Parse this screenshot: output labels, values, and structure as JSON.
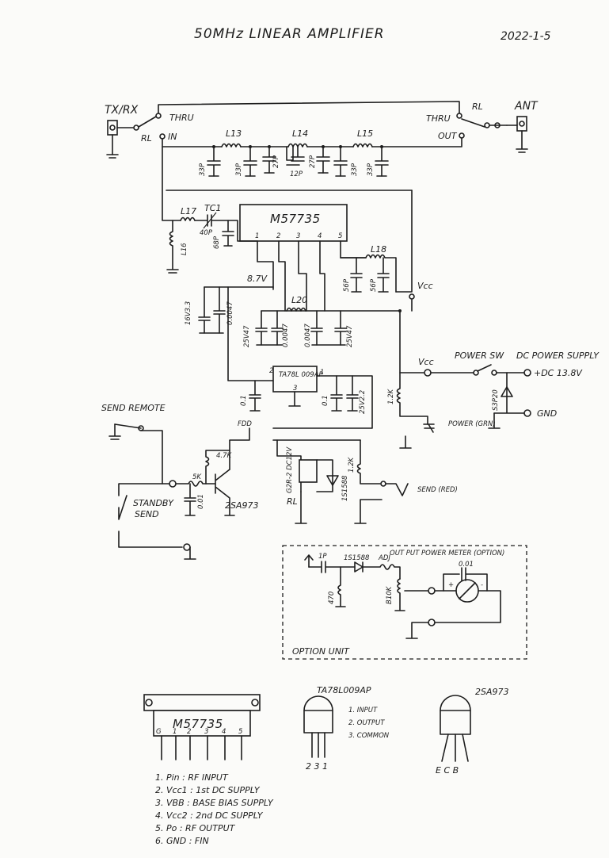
{
  "title": "50MHz LINEAR AMPLIFIER",
  "date": "2022-1-5",
  "ports": {
    "txrx": "TX/RX",
    "ant": "ANT",
    "thru": "THRU",
    "in": "IN",
    "out": "OUT",
    "rl": "RL"
  },
  "inductors": {
    "l13": "L13",
    "l14": "L14",
    "l15": "L15",
    "l16": "L16",
    "l17": "L17",
    "l18": "L18",
    "l20": "L20"
  },
  "capacitors": {
    "filter": [
      "33P",
      "33P",
      "27P",
      "12P",
      "27P",
      "33P",
      "33P"
    ],
    "tc1": "TC1",
    "c40p": "40P",
    "c68p": "68P",
    "c56p_a": "56P",
    "c56p_b": "56P",
    "c16v33": "16V3.3",
    "c0047a": "0.0047",
    "c25v47a": "25V47",
    "c0047b": "0.0047",
    "c0047c": "0.0047",
    "c25v47b": "25V47",
    "c01a": "0.1",
    "c01b": "0.1",
    "c25v22": "25V2.2",
    "c001": "0.01"
  },
  "module": {
    "name": "M57735",
    "pins": [
      "1",
      "2",
      "3",
      "4",
      "5"
    ]
  },
  "regulator": {
    "name": "TA78L 009AP",
    "pins": [
      "1",
      "2",
      "3"
    ]
  },
  "labels": {
    "v87": "8.7V",
    "vcc": "Vcc",
    "vcc2": "Vcc",
    "power_sw": "POWER SW",
    "dc_supply": "DC POWER SUPPLY",
    "dc_voltage": "+DC 13.8V",
    "gnd": "GND",
    "diode_s3p20": "S3P20",
    "r12k_a": "1.2K",
    "power_led": "POWER (GRN)",
    "send_remote": "SEND REMOTE",
    "standby": "STANDBY",
    "send": "SEND",
    "r5k": "5K",
    "r47k": "4.7K",
    "fdd": "FDD",
    "transistor": "2SA973",
    "relay": "G2R-2 DC12V",
    "relay_rl": "RL",
    "diode_1s1588": "1S1588",
    "r12k_b": "1.2K",
    "send_led": "SEND (RED)"
  },
  "option": {
    "title": "OUT PUT POWER METER (OPTION)",
    "unit": "OPTION UNIT",
    "c1p": "1P",
    "diode": "1S1588",
    "r": "ADJ",
    "r470": "470",
    "r10k": "B10K",
    "c001": "0.01",
    "plus": "+",
    "minus": "-"
  },
  "pinout": {
    "m57735": "M57735",
    "m_pins": [
      "1",
      "2",
      "3",
      "4",
      "5"
    ],
    "m_fin": "G",
    "legend": [
      "1. Pin  :  RF INPUT",
      "2. Vcc1  :  1st DC SUPPLY",
      "3. VBB  :  BASE BIAS SUPPLY",
      "4. Vcc2  :  2nd DC SUPPLY",
      "5. Po  :  RF OUTPUT",
      "6. GND  :  FIN"
    ],
    "ta_name": "TA78L009AP",
    "ta_pins": [
      "1. INPUT",
      "2. OUTPUT",
      "3. COMMON"
    ],
    "ta_order": "2 3 1",
    "tr_name": "2SA973",
    "tr_order": "E C B"
  }
}
